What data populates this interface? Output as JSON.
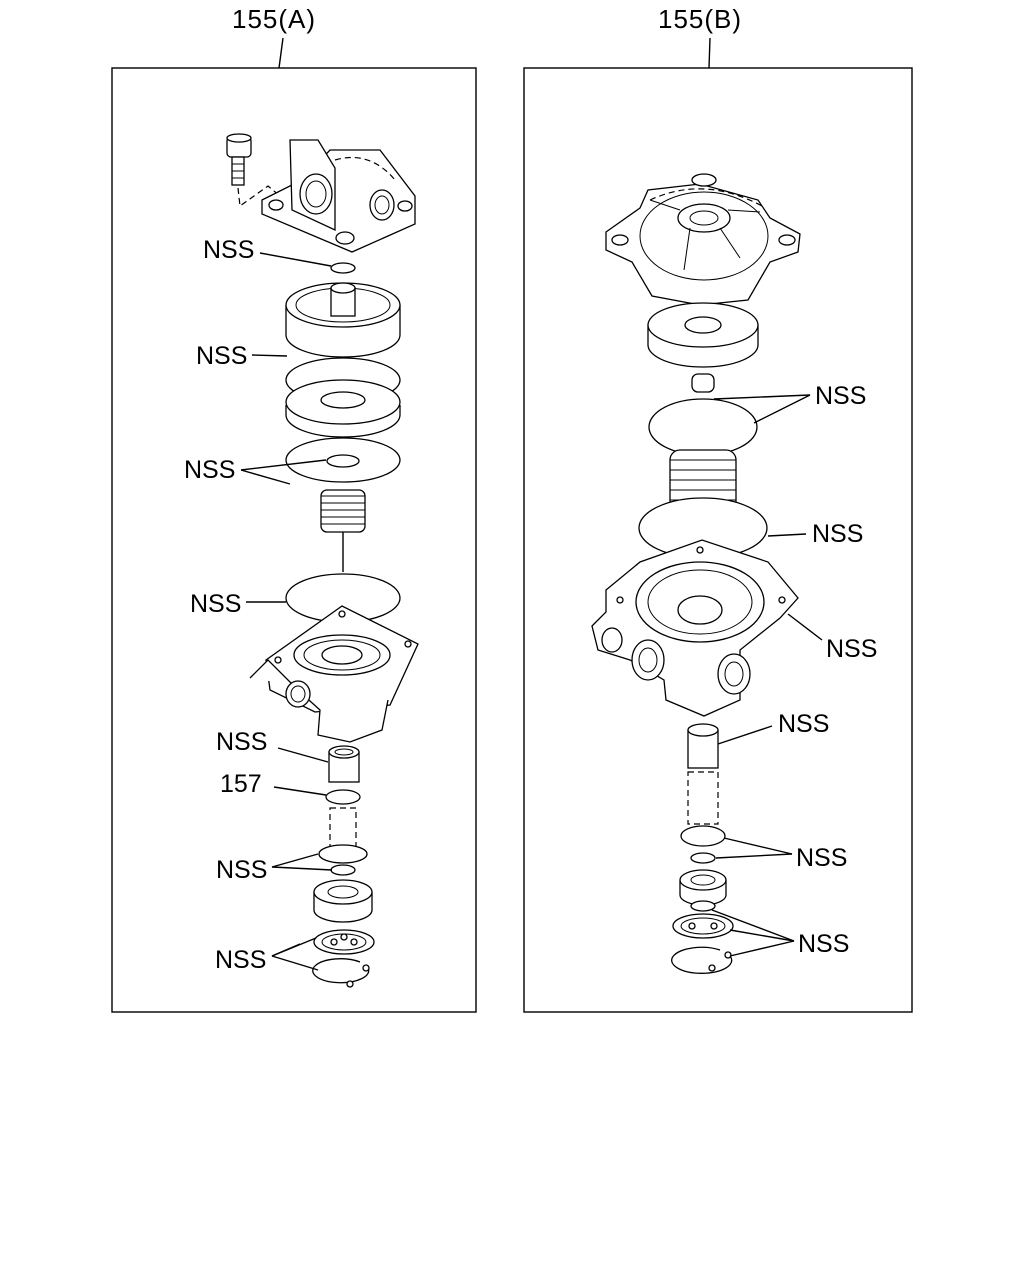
{
  "panels": {
    "a": {
      "title": "155(A)",
      "callouts": {
        "oring": "NSS",
        "diaphragm_upper": "NSS",
        "diaphragm_pair": "NSS",
        "diaphragm_lower": "NSS",
        "sleeve": "NSS",
        "part_157": "157",
        "valve_seals": "NSS",
        "snap_ring_set": "NSS"
      }
    },
    "b": {
      "title": "155(B)",
      "callouts": {
        "diaphragm_pair": "NSS",
        "spring_diaphragm": "NSS",
        "body_gasket": "NSS",
        "sleeve": "NSS",
        "valve_seals": "NSS",
        "snap_ring_set": "NSS"
      }
    }
  }
}
